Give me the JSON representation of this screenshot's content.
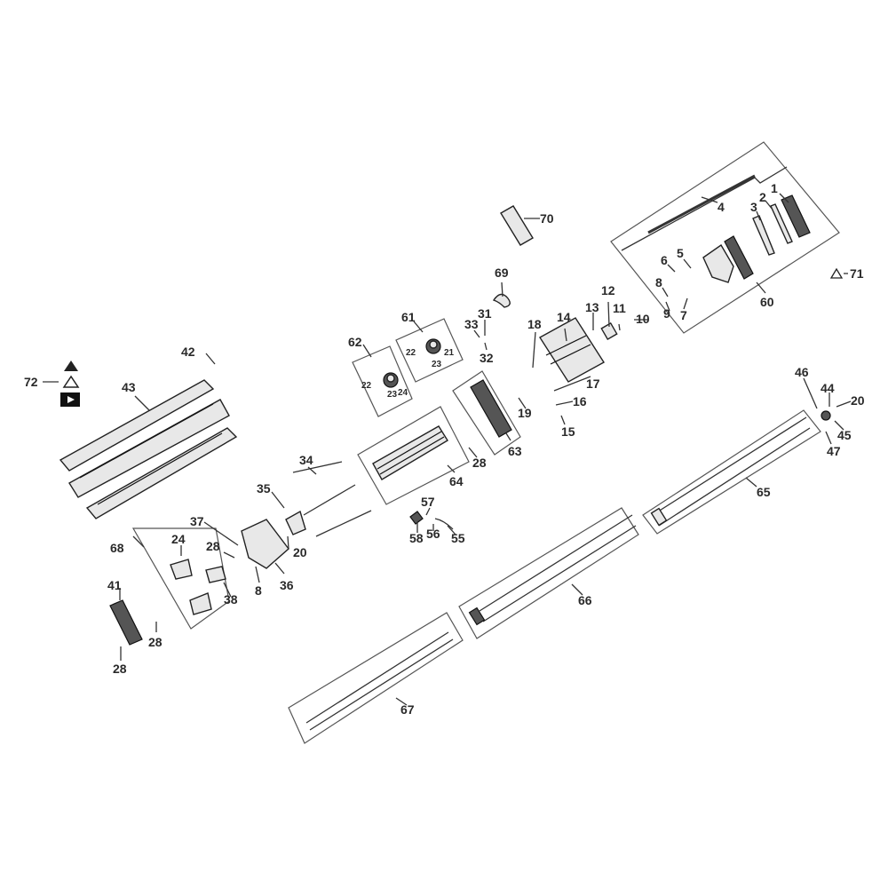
{
  "diagram": {
    "type": "exploded-parts-view",
    "line_color": "#2a2a2a",
    "callouts": [
      "1",
      "2",
      "3",
      "4",
      "5",
      "6",
      "7",
      "8",
      "9",
      "10",
      "11",
      "12",
      "13",
      "14",
      "15",
      "16",
      "17",
      "18",
      "19",
      "20",
      "21",
      "22",
      "23",
      "24",
      "28",
      "31",
      "32",
      "33",
      "34",
      "35",
      "36",
      "37",
      "38",
      "41",
      "42",
      "43",
      "44",
      "45",
      "46",
      "47",
      "55",
      "56",
      "57",
      "58",
      "60",
      "61",
      "62",
      "63",
      "64",
      "65",
      "66",
      "67",
      "68",
      "69",
      "70",
      "71",
      "72",
      "22",
      "23",
      "20",
      "8",
      "28",
      "28",
      "28",
      "24"
    ],
    "warning_icons": [
      "warning-triangle-icon",
      "warning-triangle-outline-icon",
      "manual-read-icon"
    ]
  }
}
